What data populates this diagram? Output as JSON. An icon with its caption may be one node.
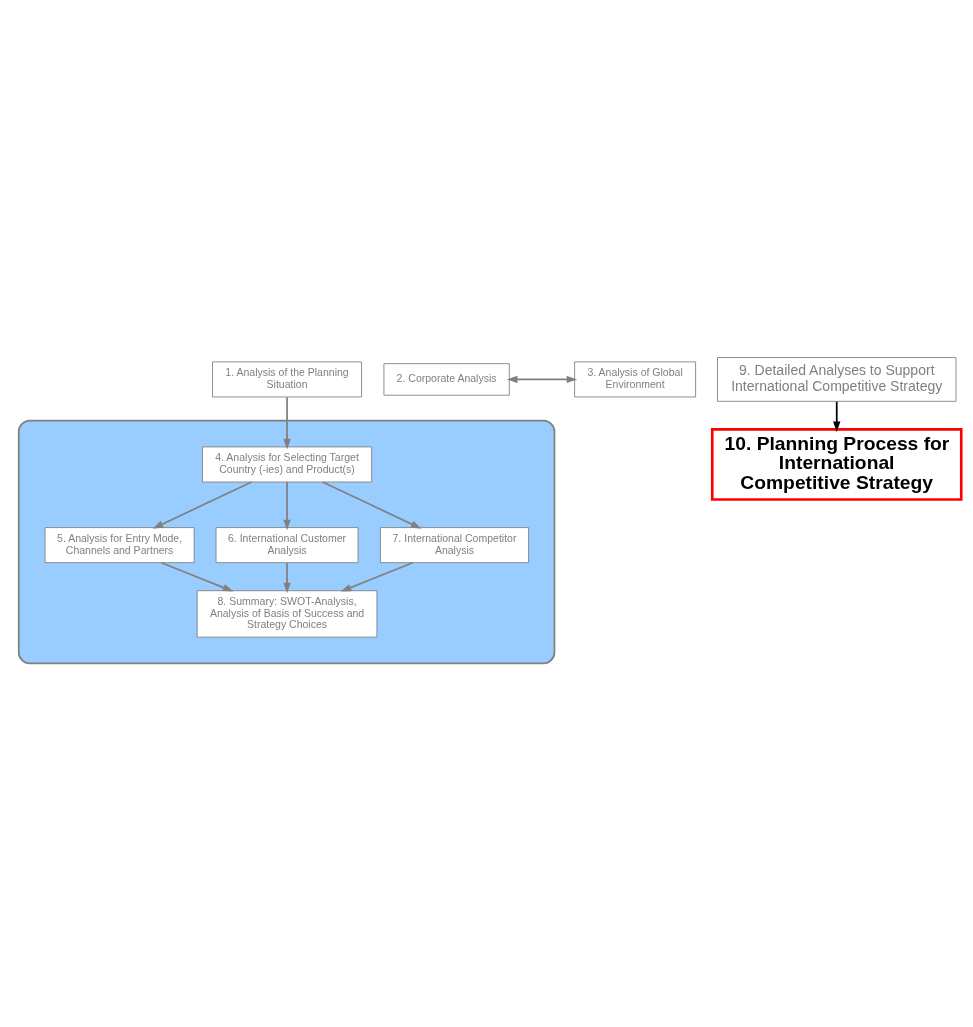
{
  "diagram": {
    "nodes": [
      {
        "text": [
          "1. Analysis of the Planning Situation"
        ]
      },
      {
        "text": [
          "2. Corporate Analysis"
        ]
      },
      {
        "text": [
          "3. Analysis of Global Environment"
        ]
      },
      {
        "text": [],
        "shape": "ellipse"
      },
      {
        "text": [
          "4. Analysis for Selecting Target Country (-ies) and Product(s)"
        ],
        "in": 3
      },
      {
        "text": [
          "5. Analysis for Entry Mode, Channels and Partners"
        ],
        "in": 3
      },
      {
        "text": [
          "6. International Customer Analysis"
        ],
        "in": 3
      },
      {
        "text": [
          "7. International Competitor Analysis"
        ],
        "in": 3
      },
      {
        "text": [
          "8. Summary: SWOT-Analysis, Analysis of Basis of Success and Strategy Choices"
        ],
        "in": 3
      },
      {
        "text": [
          "9. Detailed Analyses to Support International Competitive Strategy"
        ]
      },
      {
        "text": [
          "10. Planning Process for International Competitive Strategy"
        ]
      }
    ],
    "edges": [
      {
        "from": 0,
        "to": 4,
        "arrow": "to"
      },
      {
        "from": 1,
        "to": 2,
        "arrow": "both"
      },
      {
        "from": 4,
        "to": 5,
        "arrow": "to"
      },
      {
        "from": 4,
        "to": 6,
        "arrow": "to"
      },
      {
        "from": 4,
        "to": 7,
        "arrow": "to"
      },
      {
        "from": 5,
        "to": 8,
        "arrow": "to"
      },
      {
        "from": 6,
        "to": 8,
        "arrow": "to"
      },
      {
        "from": 7,
        "to": 8,
        "arrow": "to"
      },
      {
        "from": 9,
        "to": 10,
        "arrow": "to",
        "color": "#000000"
      }
    ]
  }
}
